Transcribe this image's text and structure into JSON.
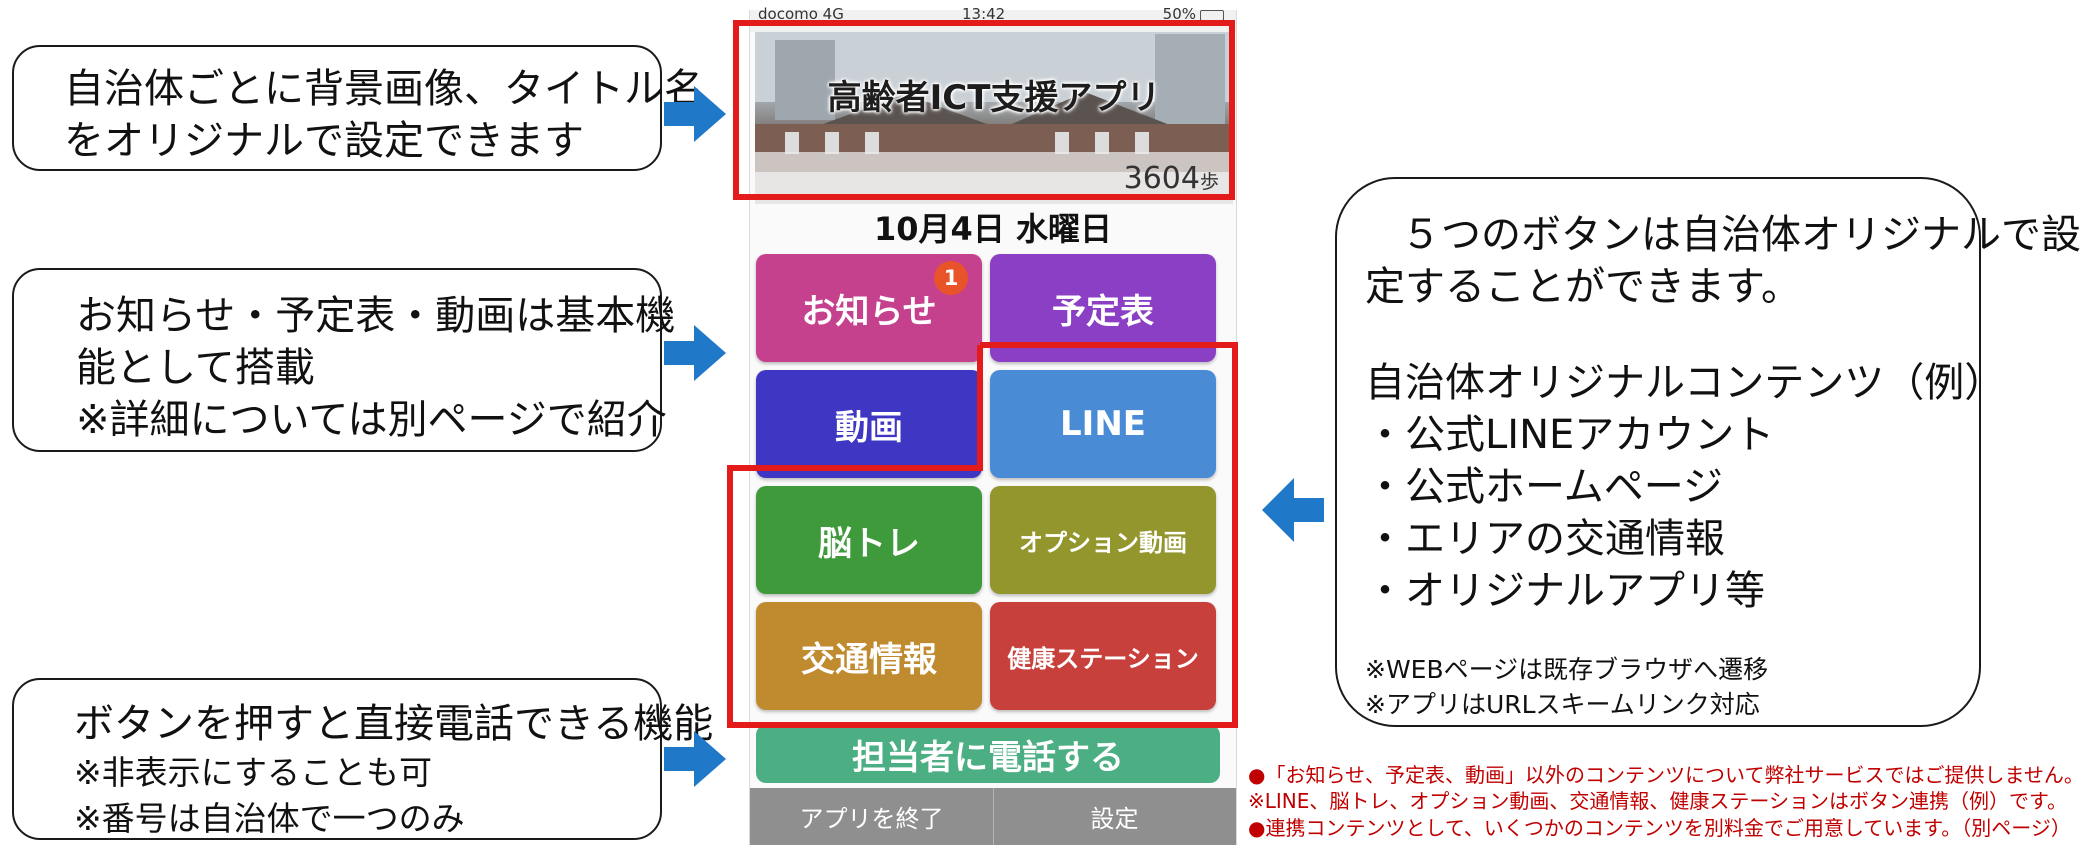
{
  "callouts": {
    "header": {
      "line1": "自治体ごとに背景画像、タイトル名",
      "line2": "をオリジナルで設定できます"
    },
    "basic": {
      "line1": "お知らせ・予定表・動画は基本機",
      "line2": "能として搭載",
      "line3": "※詳細については別ページで紹介"
    },
    "call": {
      "line1": "ボタンを押すと直接電話できる機能",
      "line2": "※非表示にすることも可",
      "line3": "※番号は自治体で一つのみ"
    },
    "custom": {
      "line1": "５つのボタンは自治体オリジナルで設",
      "line2": "定することができます。",
      "heading": "自治体オリジナルコンテンツ（例）",
      "items": [
        "・公式LINEアカウント",
        "・公式ホームページ",
        "・エリアの交通情報",
        "・オリジナルアプリ等"
      ],
      "note1": "※WEBページは既存ブラウザへ遷移",
      "note2": "※アプリはURLスキームリンク対応"
    }
  },
  "phone": {
    "statusbar": {
      "carrier": "docomo 4G",
      "time": "13:42",
      "battery": "50%"
    },
    "title": "高齢者ICT支援アプリ",
    "steps": "3604",
    "steps_unit": "歩",
    "date": "10月4日 水曜日",
    "buttons": [
      {
        "label": "お知らせ",
        "color": "#c6418d",
        "badge": "1"
      },
      {
        "label": "予定表",
        "color": "#8a3fc5"
      },
      {
        "label": "動画",
        "color": "#3f37c4"
      },
      {
        "label": "LINE",
        "color": "#4a8bd6"
      },
      {
        "label": "脳トレ",
        "color": "#3e9a3a"
      },
      {
        "label": "オプション動画",
        "color": "#92962d"
      },
      {
        "label": "交通情報",
        "color": "#c08a2f"
      },
      {
        "label": "健康ステーション",
        "color": "#c8403c"
      }
    ],
    "call_button": "担当者に電話する",
    "bottom": {
      "exit": "アプリを終了",
      "settings": "設定"
    }
  },
  "footnotes": [
    "●「お知らせ、予定表、動画」以外のコンテンツについて弊社サービスではご提供しません。",
    "※LINE、脳トレ、オプション動画、交通情報、健康ステーションはボタン連携（例）です。",
    "●連携コンテンツとして、いくつかのコンテンツを別料金でご用意しています。（別ページ）"
  ],
  "colors": {
    "arrow": "#1f78c8",
    "highlight": "#e31b1b",
    "note_text": "#c00000"
  }
}
